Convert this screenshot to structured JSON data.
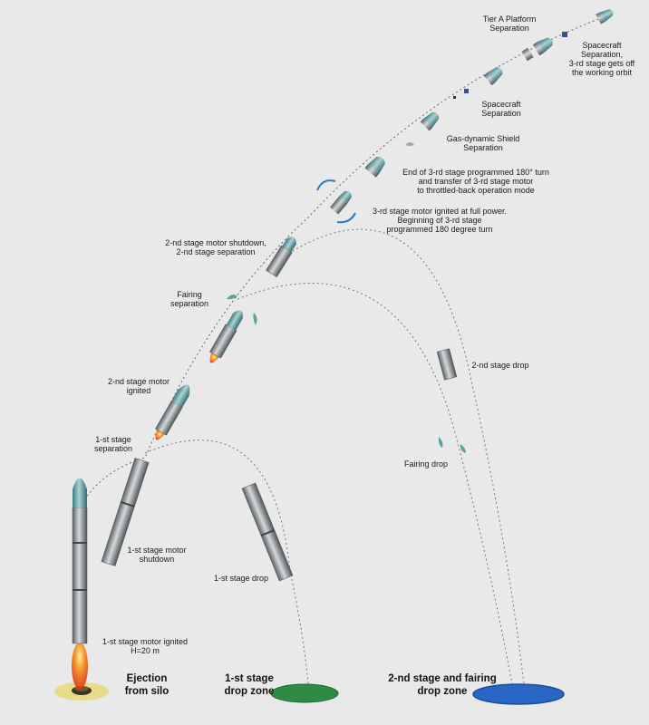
{
  "labels": {
    "tier_a_separation": "Tier A Platform\nSeparation",
    "spacecraft_separation_orbit": "Spacecraft\nSeparation,\n3-rd stage gets off\nthe working orbit",
    "spacecraft_separation": "Spacecraft\nSeparation",
    "shield_separation": "Gas-dynamic Shield\nSeparation",
    "end_turn": "End of 3-rd stage programmed 180° turn\nand transfer of 3-rd stage motor\nto throttled-back operation mode",
    "third_stage_ignited": "3-rd stage motor ignited at full power.\nBeginning of 3-rd stage\nprogrammed 180 degree turn",
    "second_stage_shutdown": "2-nd stage motor shutdown,\n2-nd stage separation",
    "fairing_separation": "Fairing\nseparation",
    "second_stage_ignited": "2-nd stage motor\nignited",
    "first_stage_separation": "1-st  stage\nseparation",
    "first_stage_shutdown": "1-st stage motor\nshutdown",
    "first_stage_ignited": "1-st stage motor ignited\nH=20 m",
    "second_stage_drop": "2-nd stage drop",
    "fairing_drop": "Fairing drop",
    "first_stage_drop": "1-st stage drop"
  },
  "zones": {
    "silo": "Ejection\nfrom silo",
    "first_drop_zone": "1-st stage\ndrop zone",
    "second_drop_zone": "2-nd stage and fairing\ndrop zone"
  },
  "colors": {
    "background": "#e9e9e9",
    "rocket_body": "#8e9699",
    "nose_cone": "#5f9fa6",
    "flame": "#e8451c",
    "silo_pad": "#e8dc8a",
    "first_zone": "#2f8a46",
    "second_zone": "#2a67c4",
    "turn_arrow": "#2f78c8"
  }
}
